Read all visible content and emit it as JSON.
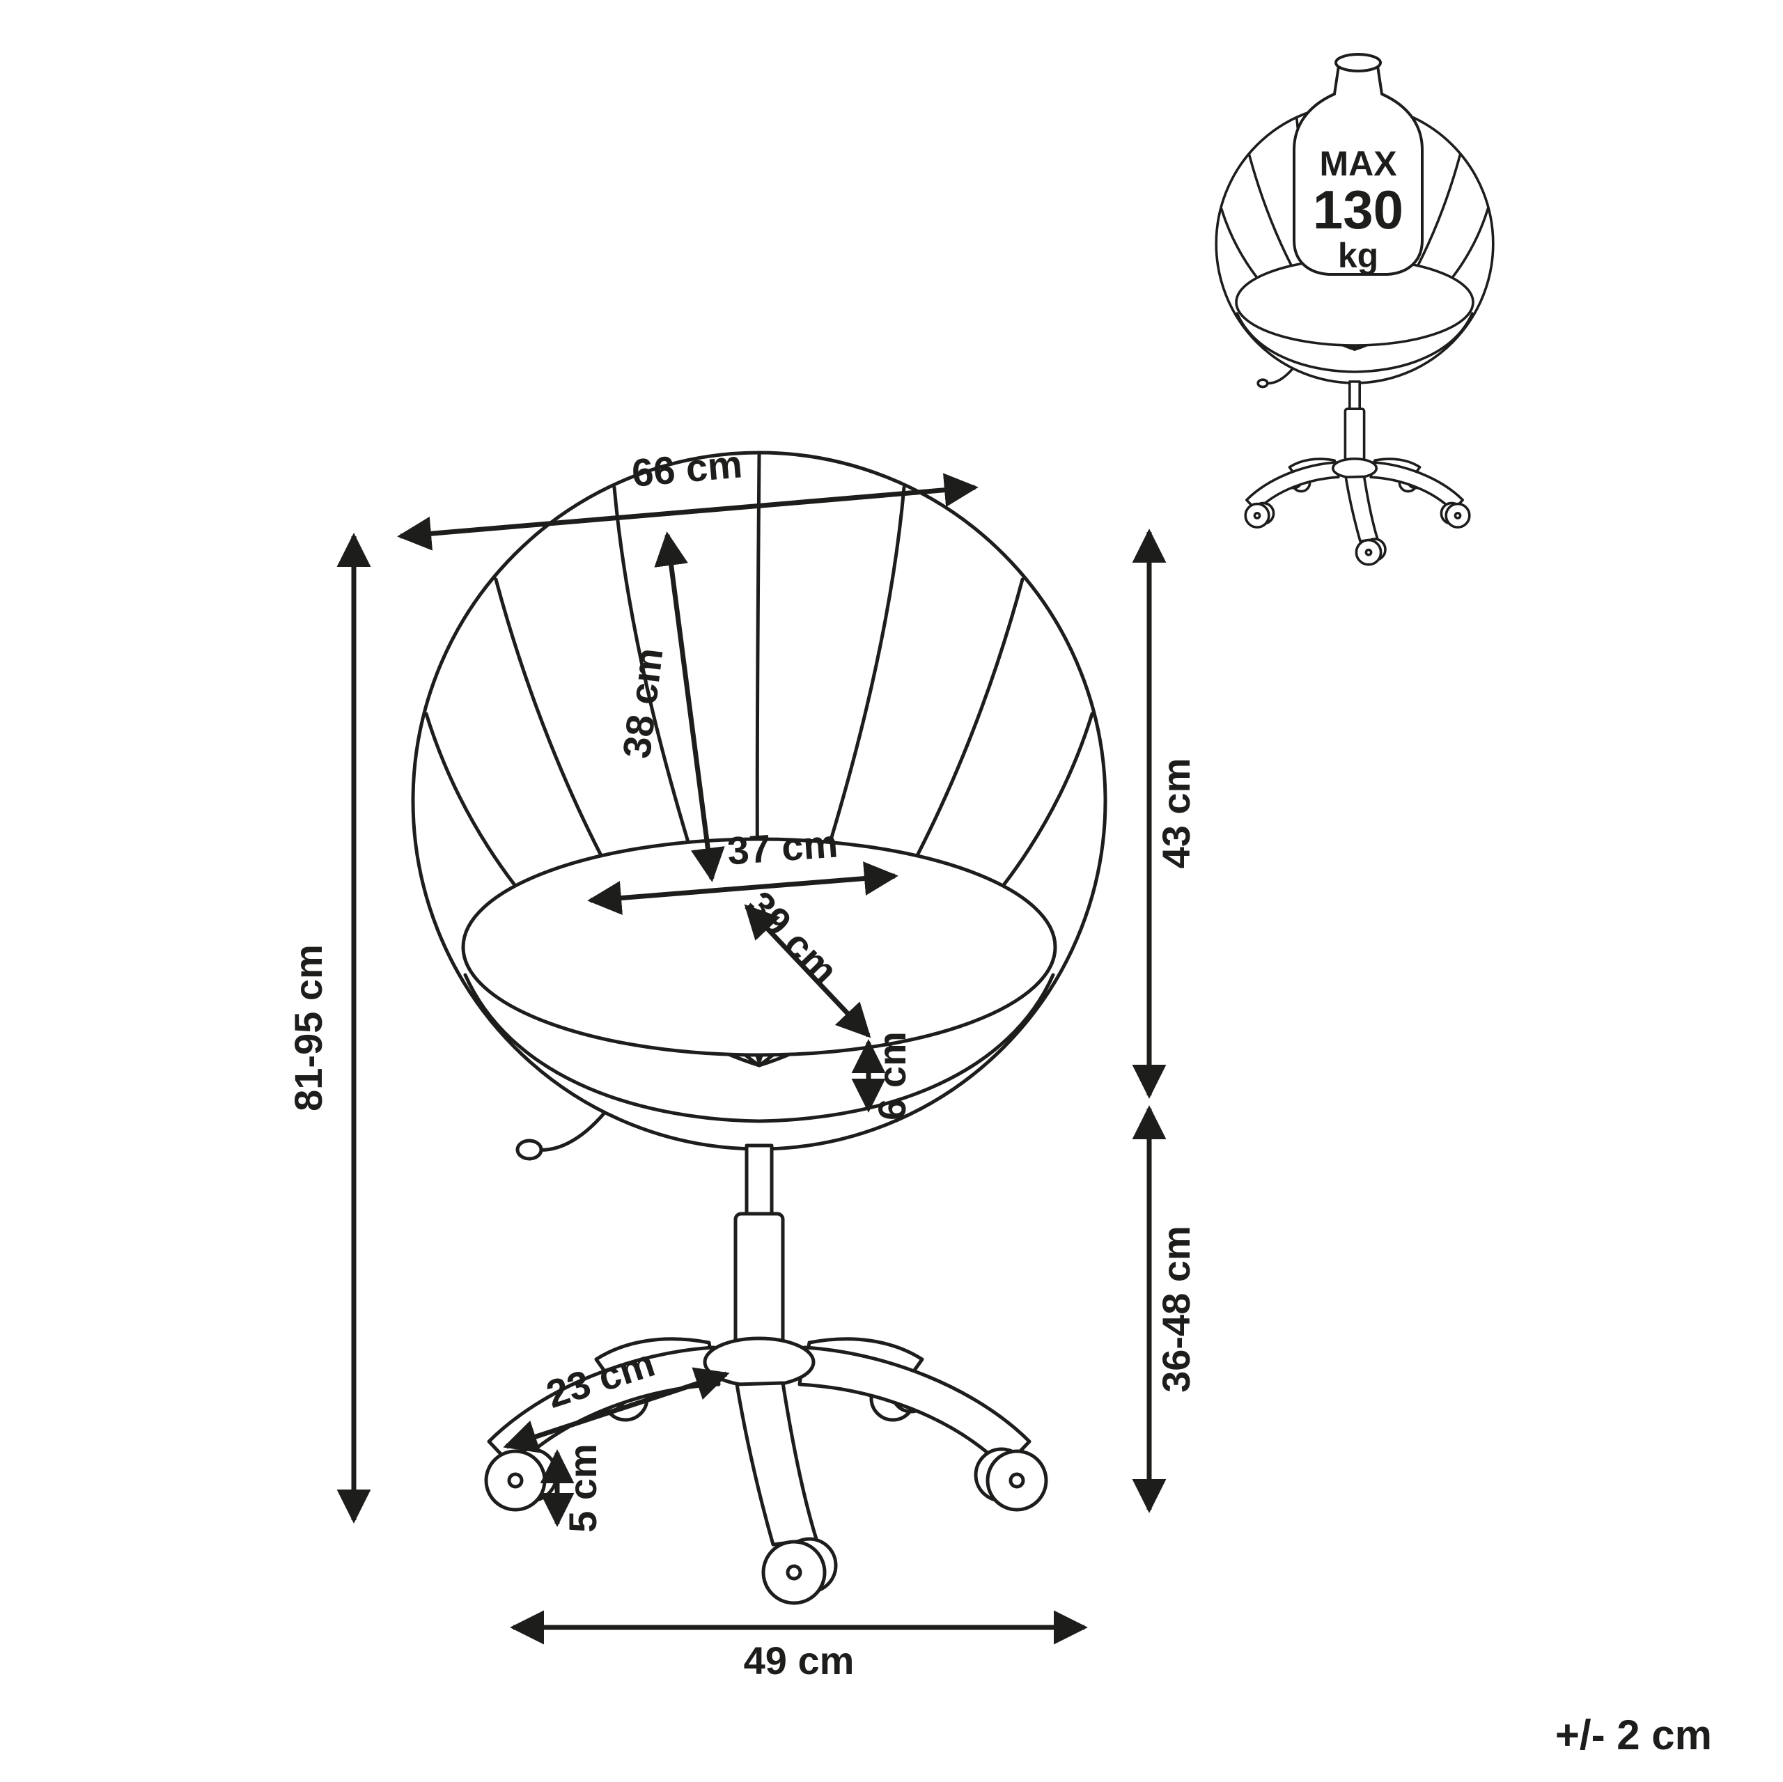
{
  "diagram": {
    "dimensions": {
      "width_top": "66 cm",
      "backrest_depth": "38 cm",
      "seat_width": "37 cm",
      "seat_depth": "39 cm",
      "cushion_thickness": "6 cm",
      "overall_height": "81-95 cm",
      "seat_unit_height": "43 cm",
      "column_height": "36-48 cm",
      "base_leg_length": "23 cm",
      "castor_size": "5 cm",
      "base_width": "49 cm"
    },
    "max_load": {
      "prefix": "MAX",
      "value": "130",
      "unit": "kg"
    },
    "tolerance": "+/- 2 cm",
    "colors": {
      "line": "#1d1d1b",
      "background": "#ffffff"
    }
  }
}
